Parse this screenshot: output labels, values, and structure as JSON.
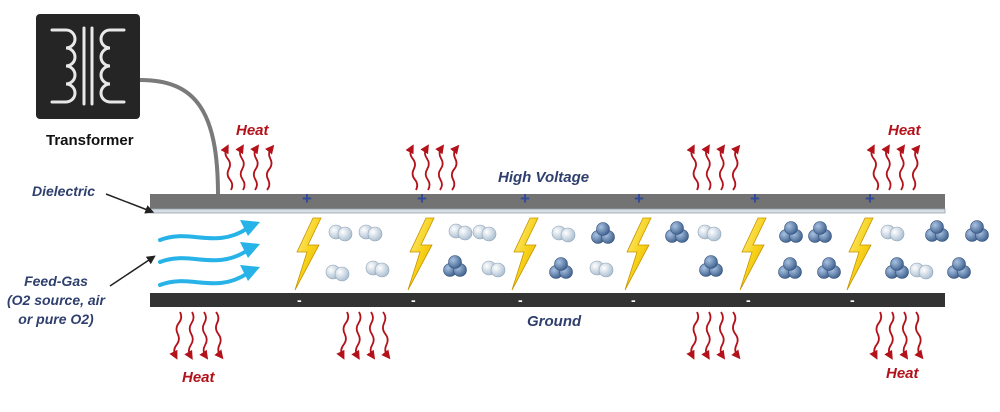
{
  "transformer": {
    "label": "Transformer",
    "icon": "transformer-coil-icon"
  },
  "labels": {
    "heat": "Heat",
    "dielectric": "Dielectric",
    "high_voltage": "High Voltage",
    "ground": "Ground",
    "feed_gas_line1": "Feed-Gas",
    "feed_gas_line2": "(O2 source, air",
    "feed_gas_line3": "or pure O2)",
    "plus": "+",
    "minus": "-"
  },
  "colors": {
    "heat": "#b3121a",
    "text_blue": "#2f3f6e",
    "top_plate": "#737373",
    "bottom_plate": "#333333",
    "flow_arrow": "#27b3e8",
    "spark": "#f2c500",
    "o2_molecule": "#c8d6e3",
    "o3_molecule": "#5d7ea9"
  },
  "counts": {
    "discharge_sparks": 6,
    "plus_signs": 6,
    "minus_signs": 6
  }
}
